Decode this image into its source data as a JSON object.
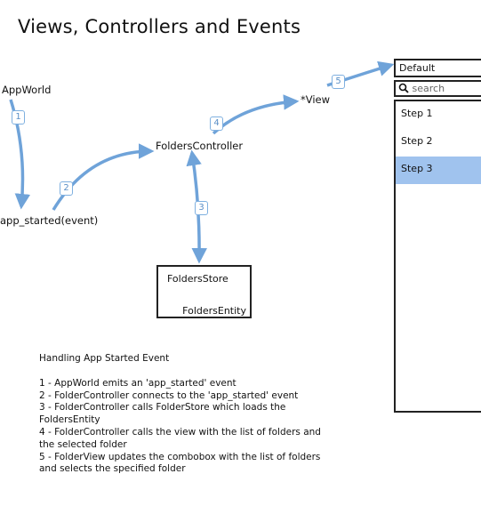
{
  "title": "Views, Controllers and Events",
  "nodes": {
    "app_world": "AppWorld",
    "app_started": "app_started(event)",
    "folders_controller": "FoldersController",
    "view": "*View",
    "folders_store": "FoldersStore",
    "folders_entity": "FoldersEntity"
  },
  "steps": [
    "1",
    "2",
    "3",
    "4",
    "5"
  ],
  "widget": {
    "combo_value": "Default",
    "search_placeholder": "search",
    "items": [
      "Step 1",
      "Step 2",
      "Step 3"
    ],
    "selected_item": "Step 3"
  },
  "notes": {
    "heading": "Handling App Started Event",
    "lines": [
      "1 - AppWorld emits an 'app_started' event",
      "2 - FolderController connects to the 'app_started' event",
      "3 - FolderController calls FolderStore which loads the",
      "FoldersEntity",
      "4 - FolderController calls the view with the list of folders and",
      "the selected folder",
      "5 - FolderView updates the combobox with the list of folders",
      "and selects the specified folder"
    ]
  },
  "colors": {
    "arrow": "#6fa3d9",
    "selection": "#a0c3ee"
  }
}
